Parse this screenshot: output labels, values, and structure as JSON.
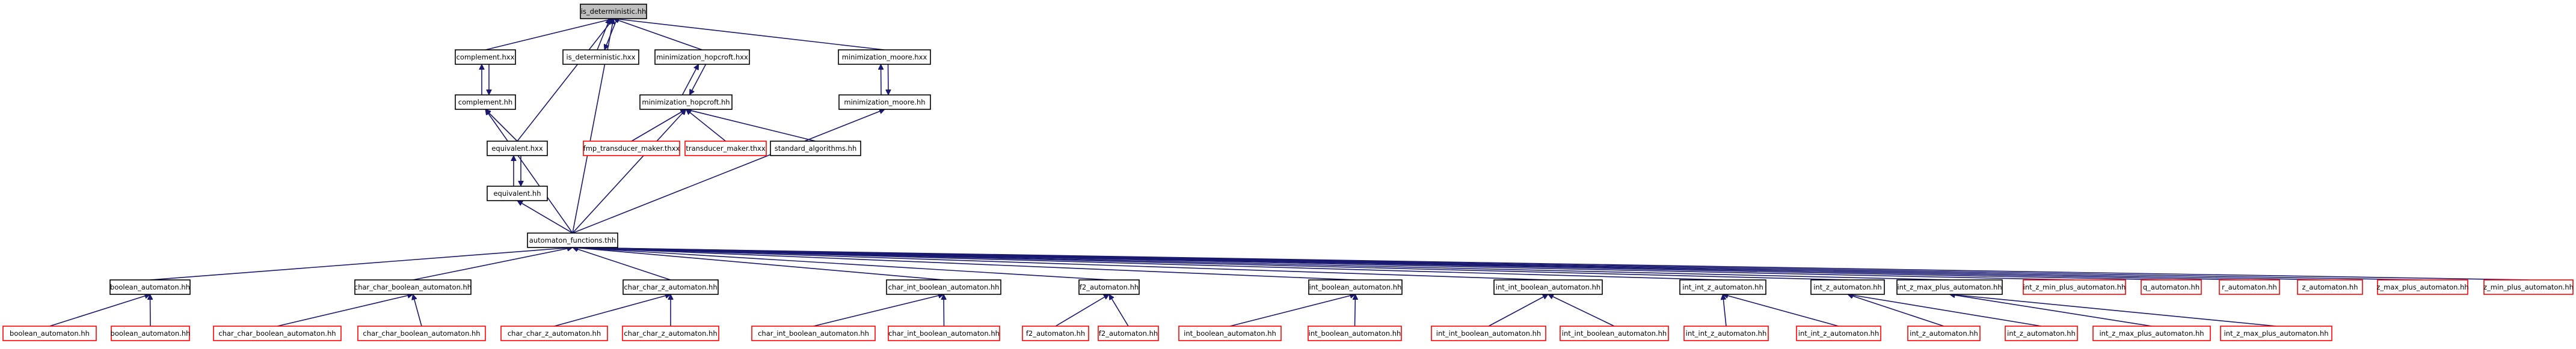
{
  "graph": {
    "root": "is_deterministic.hh",
    "nodes": [
      {
        "id": "root",
        "label": "is_deterministic.hh",
        "style": "root"
      },
      {
        "id": "comp_hxx",
        "label": "complement.hxx",
        "style": "normal"
      },
      {
        "id": "isdet_hxx",
        "label": "is_deterministic.hxx",
        "style": "normal"
      },
      {
        "id": "hop_hxx",
        "label": "minimization_hopcroft.hxx",
        "style": "normal"
      },
      {
        "id": "moore_hxx",
        "label": "minimization_moore.hxx",
        "style": "normal"
      },
      {
        "id": "comp_hh",
        "label": "complement.hh",
        "style": "normal"
      },
      {
        "id": "hop_hh",
        "label": "minimization_hopcroft.hh",
        "style": "normal"
      },
      {
        "id": "moore_hh",
        "label": "minimization_moore.hh",
        "style": "normal"
      },
      {
        "id": "equiv_hxx",
        "label": "equivalent.hxx",
        "style": "normal"
      },
      {
        "id": "fmp",
        "label": "fmp_transducer_maker.thxx",
        "style": "red"
      },
      {
        "id": "trans",
        "label": "transducer_maker.thxx",
        "style": "red"
      },
      {
        "id": "std",
        "label": "standard_algorithms.hh",
        "style": "normal"
      },
      {
        "id": "equiv_hh",
        "label": "equivalent.hh",
        "style": "normal"
      },
      {
        "id": "af",
        "label": "automaton_functions.thh",
        "style": "normal"
      },
      {
        "id": "boolean_a",
        "label": "boolean_automaton.hh",
        "style": "normal"
      },
      {
        "id": "ccb_a",
        "label": "char_char_boolean_automaton.hh",
        "style": "normal"
      },
      {
        "id": "ccz_a",
        "label": "char_char_z_automaton.hh",
        "style": "normal"
      },
      {
        "id": "cib_a",
        "label": "char_int_boolean_automaton.hh",
        "style": "normal"
      },
      {
        "id": "f2_a",
        "label": "f2_automaton.hh",
        "style": "normal"
      },
      {
        "id": "ib_a",
        "label": "int_boolean_automaton.hh",
        "style": "normal"
      },
      {
        "id": "iib_a",
        "label": "int_int_boolean_automaton.hh",
        "style": "normal"
      },
      {
        "id": "iiz_a",
        "label": "int_int_z_automaton.hh",
        "style": "normal"
      },
      {
        "id": "iz_a",
        "label": "int_z_automaton.hh",
        "style": "normal"
      },
      {
        "id": "izmax_a",
        "label": "int_z_max_plus_automaton.hh",
        "style": "normal"
      },
      {
        "id": "izmin_a",
        "label": "int_z_min_plus_automaton.hh",
        "style": "red"
      },
      {
        "id": "q_a",
        "label": "q_automaton.hh",
        "style": "red"
      },
      {
        "id": "r_a",
        "label": "r_automaton.hh",
        "style": "red"
      },
      {
        "id": "z_a",
        "label": "z_automaton.hh",
        "style": "red"
      },
      {
        "id": "zmax_a",
        "label": "z_max_plus_automaton.hh",
        "style": "red"
      },
      {
        "id": "zmin_a",
        "label": "z_min_plus_automaton.hh",
        "style": "red"
      },
      {
        "id": "b1",
        "label": "boolean_automaton.hh",
        "style": "red"
      },
      {
        "id": "b2",
        "label": "boolean_automaton.hh",
        "style": "red"
      },
      {
        "id": "ccb1",
        "label": "char_char_boolean_automaton.hh",
        "style": "red"
      },
      {
        "id": "ccb2",
        "label": "char_char_boolean_automaton.hh",
        "style": "red"
      },
      {
        "id": "ccz1",
        "label": "char_char_z_automaton.hh",
        "style": "red"
      },
      {
        "id": "ccz2",
        "label": "char_char_z_automaton.hh",
        "style": "red"
      },
      {
        "id": "cib1",
        "label": "char_int_boolean_automaton.hh",
        "style": "red"
      },
      {
        "id": "cib2",
        "label": "char_int_boolean_automaton.hh",
        "style": "red"
      },
      {
        "id": "f21",
        "label": "f2_automaton.hh",
        "style": "red"
      },
      {
        "id": "f22",
        "label": "f2_automaton.hh",
        "style": "red"
      },
      {
        "id": "ib1",
        "label": "int_boolean_automaton.hh",
        "style": "red"
      },
      {
        "id": "ib2",
        "label": "int_boolean_automaton.hh",
        "style": "red"
      },
      {
        "id": "iib1",
        "label": "int_int_boolean_automaton.hh",
        "style": "red"
      },
      {
        "id": "iib2",
        "label": "int_int_boolean_automaton.hh",
        "style": "red"
      },
      {
        "id": "iiz1",
        "label": "int_int_z_automaton.hh",
        "style": "red"
      },
      {
        "id": "iiz2",
        "label": "int_int_z_automaton.hh",
        "style": "red"
      },
      {
        "id": "iz1",
        "label": "int_z_automaton.hh",
        "style": "red"
      },
      {
        "id": "iz2",
        "label": "int_z_automaton.hh",
        "style": "red"
      },
      {
        "id": "izmax1",
        "label": "int_z_max_plus_automaton.hh",
        "style": "red"
      },
      {
        "id": "izmax2",
        "label": "int_z_max_plus_automaton.hh",
        "style": "red"
      }
    ],
    "edges": [
      [
        "comp_hxx",
        "root"
      ],
      [
        "root",
        "isdet_hxx"
      ],
      [
        "isdet_hxx",
        "root"
      ],
      [
        "hop_hxx",
        "root"
      ],
      [
        "moore_hxx",
        "root"
      ],
      [
        "equiv_hxx",
        "root"
      ],
      [
        "af",
        "root"
      ],
      [
        "comp_hh",
        "comp_hxx"
      ],
      [
        "comp_hxx",
        "comp_hh"
      ],
      [
        "hop_hh",
        "hop_hxx"
      ],
      [
        "hop_hxx",
        "hop_hh"
      ],
      [
        "moore_hh",
        "moore_hxx"
      ],
      [
        "moore_hxx",
        "moore_hh"
      ],
      [
        "equiv_hxx",
        "comp_hh"
      ],
      [
        "af",
        "comp_hh"
      ],
      [
        "fmp",
        "hop_hh"
      ],
      [
        "trans",
        "hop_hh"
      ],
      [
        "std",
        "hop_hh"
      ],
      [
        "af",
        "hop_hh"
      ],
      [
        "af",
        "moore_hh"
      ],
      [
        "equiv_hh",
        "equiv_hxx"
      ],
      [
        "equiv_hxx",
        "equiv_hh"
      ],
      [
        "af",
        "equiv_hh"
      ],
      [
        "boolean_a",
        "af"
      ],
      [
        "ccb_a",
        "af"
      ],
      [
        "ccz_a",
        "af"
      ],
      [
        "cib_a",
        "af"
      ],
      [
        "f2_a",
        "af"
      ],
      [
        "ib_a",
        "af"
      ],
      [
        "iib_a",
        "af"
      ],
      [
        "iiz_a",
        "af"
      ],
      [
        "iz_a",
        "af"
      ],
      [
        "izmax_a",
        "af"
      ],
      [
        "izmin_a",
        "af"
      ],
      [
        "q_a",
        "af"
      ],
      [
        "r_a",
        "af"
      ],
      [
        "z_a",
        "af"
      ],
      [
        "zmax_a",
        "af"
      ],
      [
        "zmin_a",
        "af"
      ],
      [
        "b1",
        "boolean_a"
      ],
      [
        "b2",
        "boolean_a"
      ],
      [
        "ccb1",
        "ccb_a"
      ],
      [
        "ccb2",
        "ccb_a"
      ],
      [
        "ccz1",
        "ccz_a"
      ],
      [
        "ccz2",
        "ccz_a"
      ],
      [
        "cib1",
        "cib_a"
      ],
      [
        "cib2",
        "cib_a"
      ],
      [
        "f21",
        "f2_a"
      ],
      [
        "f22",
        "f2_a"
      ],
      [
        "ib1",
        "ib_a"
      ],
      [
        "ib2",
        "ib_a"
      ],
      [
        "iib1",
        "iib_a"
      ],
      [
        "iib2",
        "iib_a"
      ],
      [
        "iiz1",
        "iiz_a"
      ],
      [
        "iiz2",
        "iiz_a"
      ],
      [
        "iz1",
        "iz_a"
      ],
      [
        "iz2",
        "iz_a"
      ],
      [
        "izmax1",
        "izmax_a"
      ],
      [
        "izmax2",
        "izmax_a"
      ]
    ]
  }
}
